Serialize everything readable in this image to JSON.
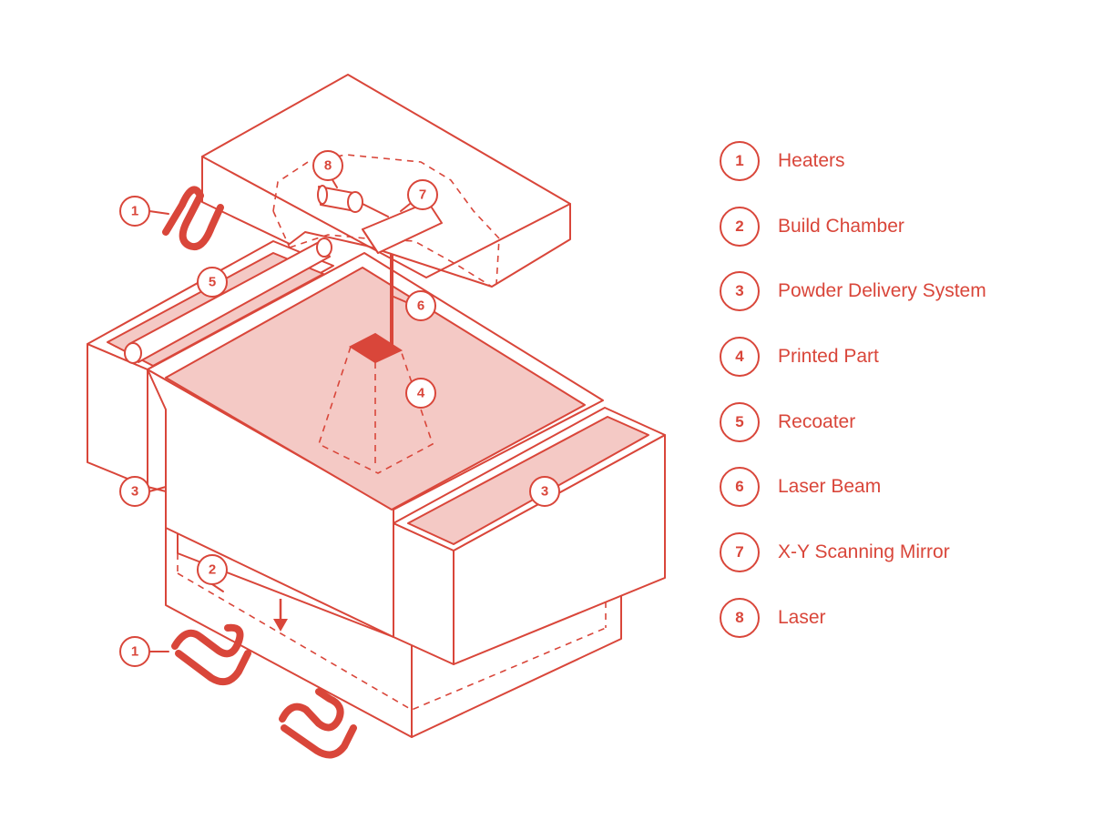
{
  "callouts": {
    "heater_upper": "1",
    "heater_lower": "1",
    "build_chamber": "2",
    "powder_left": "3",
    "powder_right": "3",
    "printed_part": "4",
    "recoater": "5",
    "laser_beam": "6",
    "scanning_mirror": "7",
    "laser": "8"
  },
  "legend": {
    "items": [
      {
        "number": "1",
        "label": "Heaters"
      },
      {
        "number": "2",
        "label": "Build Chamber"
      },
      {
        "number": "3",
        "label": "Powder Delivery System"
      },
      {
        "number": "4",
        "label": "Printed Part"
      },
      {
        "number": "5",
        "label": "Recoater"
      },
      {
        "number": "6",
        "label": "Laser Beam"
      },
      {
        "number": "7",
        "label": "X-Y Scanning Mirror"
      },
      {
        "number": "8",
        "label": "Laser"
      }
    ]
  },
  "colors": {
    "accent": "#d9463a",
    "fill_light": "#f4c9c5",
    "background": "#ffffff"
  }
}
